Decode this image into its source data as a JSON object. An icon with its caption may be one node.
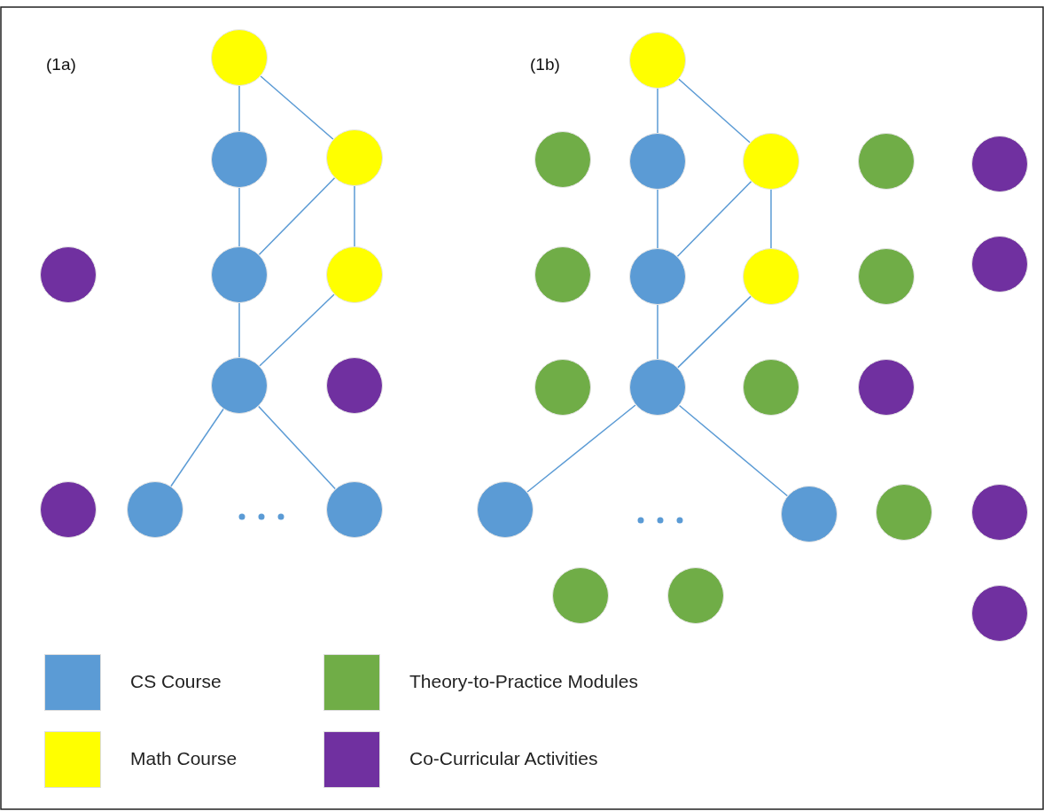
{
  "diagram": {
    "nodes": [
      {
        "text": [],
        "shape": "circle"
      },
      {
        "text": [],
        "shape": "circle"
      },
      {
        "text": [],
        "shape": "circle"
      },
      {
        "text": [],
        "shape": "circle"
      },
      {
        "text": [],
        "shape": "circle"
      },
      {
        "text": [],
        "shape": "circle"
      },
      {
        "text": [],
        "shape": "circle"
      },
      {
        "text": [],
        "shape": "circle"
      },
      {
        "text": [],
        "shape": "circle"
      },
      {
        "text": [],
        "shape": "circle"
      },
      {
        "text": [],
        "shape": "circle"
      },
      {
        "text": [],
        "shape": "circle"
      },
      {
        "text": [],
        "shape": "circle"
      },
      {
        "text": [],
        "shape": "circle"
      },
      {
        "text": [],
        "shape": "circle"
      },
      {
        "text": [],
        "shape": "circle"
      },
      {
        "text": [],
        "shape": "circle"
      },
      {
        "text": [],
        "shape": "circle"
      },
      {
        "text": [],
        "shape": "circle"
      },
      {
        "text": [],
        "shape": "circle"
      },
      {
        "text": [],
        "shape": "circle"
      },
      {
        "text": [],
        "shape": "circle"
      },
      {
        "text": [],
        "shape": "circle"
      },
      {
        "text": [],
        "shape": "circle"
      },
      {
        "text": [],
        "shape": "circle"
      },
      {
        "text": [],
        "shape": "circle"
      },
      {
        "text": [],
        "shape": "circle"
      },
      {
        "text": [],
        "shape": "circle"
      },
      {
        "text": [],
        "shape": "circle"
      },
      {
        "text": [],
        "shape": "circle"
      },
      {
        "text": [],
        "shape": "circle"
      },
      {
        "text": [],
        "shape": "circle"
      },
      {
        "text": [],
        "shape": "circle"
      }
    ],
    "edges": [
      {
        "from": 0,
        "to": 1,
        "arrow": "none"
      },
      {
        "from": 0,
        "to": 2,
        "arrow": "none"
      },
      {
        "from": 1,
        "to": 4,
        "arrow": "none"
      },
      {
        "from": 2,
        "to": 4,
        "arrow": "none"
      },
      {
        "from": 2,
        "to": 5,
        "arrow": "none"
      },
      {
        "from": 4,
        "to": 6,
        "arrow": "none"
      },
      {
        "from": 5,
        "to": 6,
        "arrow": "none"
      },
      {
        "from": 6,
        "to": 9,
        "arrow": "none"
      },
      {
        "from": 6,
        "to": 10,
        "arrow": "none"
      },
      {
        "from": 11,
        "to": 13,
        "arrow": "none"
      },
      {
        "from": 11,
        "to": 14,
        "arrow": "none"
      },
      {
        "from": 13,
        "to": 18,
        "arrow": "none"
      },
      {
        "from": 14,
        "to": 18,
        "arrow": "none"
      },
      {
        "from": 14,
        "to": 19,
        "arrow": "none"
      },
      {
        "from": 18,
        "to": 23,
        "arrow": "none"
      },
      {
        "from": 19,
        "to": 23,
        "arrow": "none"
      },
      {
        "from": 23,
        "to": 26,
        "arrow": "none"
      },
      {
        "from": 23,
        "to": 27,
        "arrow": "none"
      }
    ],
    "labels": [
      "(1a)",
      "(1b)"
    ],
    "legend": [
      {
        "text": "CS Course",
        "color": "#5b9bd5"
      },
      {
        "text": "Theory-to-Practice Modules",
        "color": "#70ad47"
      },
      {
        "text": "Math Course",
        "color": "#ffff00"
      },
      {
        "text": "Co-Curricular Activities",
        "color": "#7030a0"
      }
    ]
  }
}
